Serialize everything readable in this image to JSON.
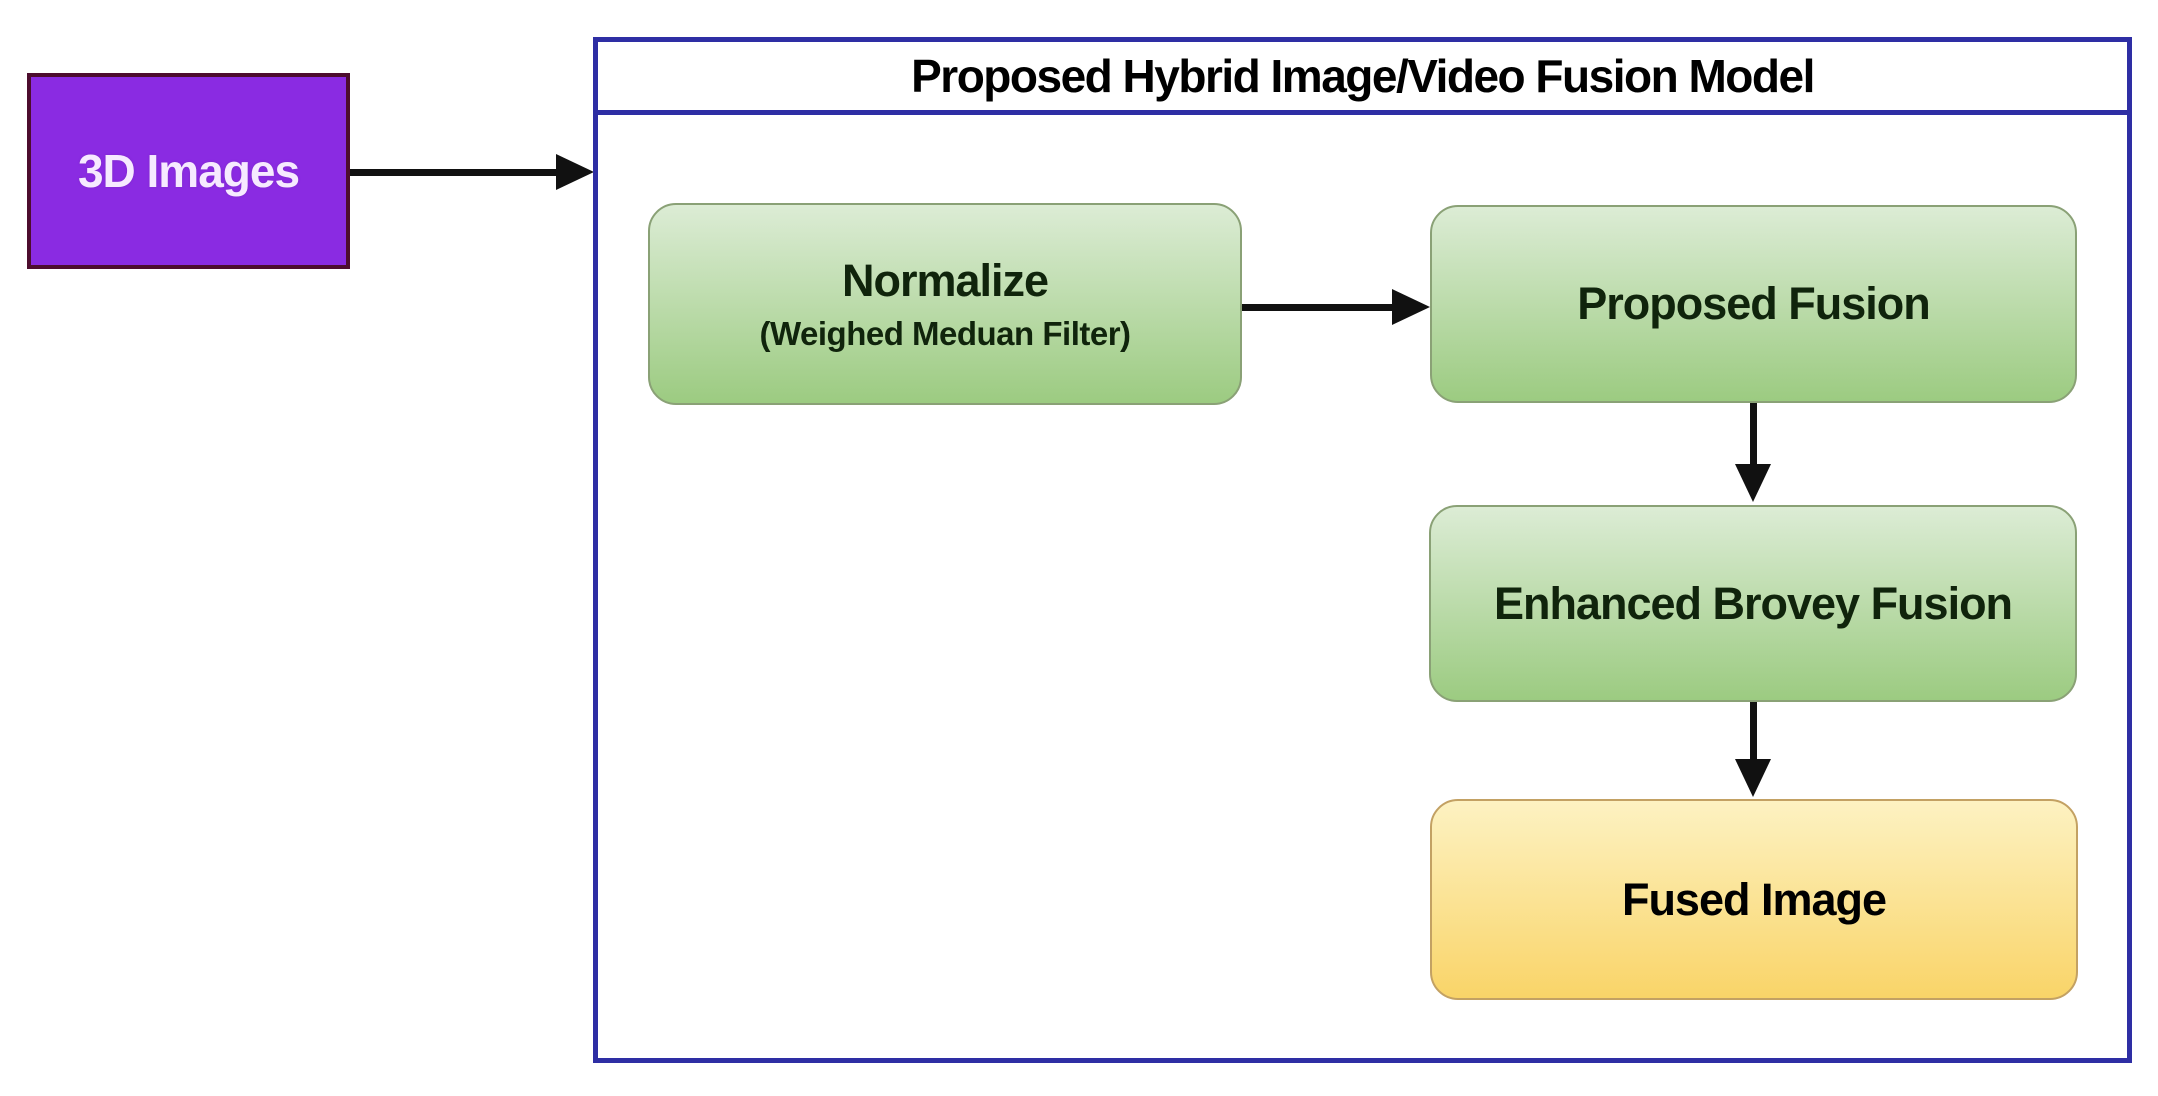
{
  "source_box": {
    "label": "3D Images"
  },
  "panel": {
    "title": "Proposed Hybrid Image/Video Fusion Model"
  },
  "nodes": {
    "normalize": {
      "label": "Normalize",
      "sublabel": "(Weighed Meduan Filter)"
    },
    "proposed_fusion": {
      "label": "Proposed Fusion"
    },
    "enhanced_brovey": {
      "label": "Enhanced Brovey Fusion"
    },
    "fused_image": {
      "label": "Fused Image"
    }
  },
  "colors": {
    "purple_fill": "#8a2be2",
    "purple_border": "#4d0d2e",
    "purple_text": "#f6eaff",
    "panel_border": "#2e2ea4",
    "green_top": "#dcecd5",
    "green_bottom": "#9ccb81",
    "green_border": "#8aa176",
    "green_text": "#10240c",
    "yellow_top": "#fdf2c2",
    "yellow_bottom": "#f9d468",
    "yellow_border": "#c3a163",
    "arrow_color": "#111111",
    "title_text": "#000000"
  }
}
